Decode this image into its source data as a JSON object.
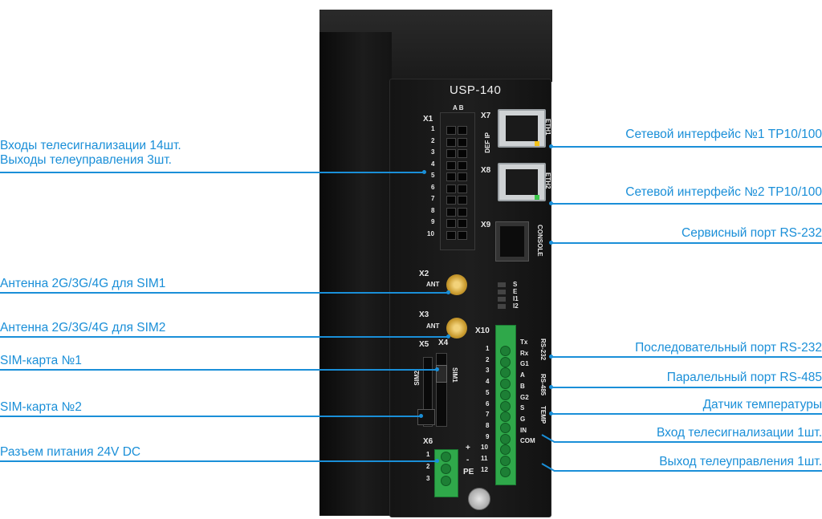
{
  "device": {
    "model": "USP-140",
    "labels": {
      "x1": "X1",
      "ab": "A  B",
      "x1_pins": [
        "1",
        "2",
        "3",
        "4",
        "5",
        "6",
        "7",
        "8",
        "9",
        "10"
      ],
      "x7": "X7",
      "x8": "X8",
      "x9": "X9",
      "def_ip": "DEF IP",
      "eth1": "ETH1",
      "eth2": "ETH2",
      "console": "CONSOLE",
      "x2": "X2",
      "x3": "X3",
      "ant": "ANT",
      "leds": "S E I1 I2",
      "x4": "X4",
      "x5": "X5",
      "sim1": "SIM1",
      "sim2": "SIM2",
      "x6": "X6",
      "x6_pins": [
        "1",
        "2",
        "3"
      ],
      "plus": "+",
      "minus": "-",
      "pe": "PE",
      "x10": "X10",
      "x10_pins": [
        "1",
        "2",
        "3",
        "4",
        "5",
        "6",
        "7",
        "8",
        "9",
        "10",
        "11",
        "12"
      ],
      "x10_sig": [
        "Tx",
        "Rx",
        "G1",
        "A",
        "B",
        "G2",
        "S",
        "G",
        "IN",
        "COM"
      ],
      "rs232": "RS-232",
      "rs485": "RS-485",
      "temp": "TEMP"
    }
  },
  "callouts": {
    "left": [
      "Входы телесигнализации 14шт.",
      "Выходы телеуправления 3шт.",
      "Антенна 2G/3G/4G для SIM1",
      "Антенна 2G/3G/4G для SIM2",
      "SIM-карта №1",
      "SIM-карта №2",
      "Разъем питания 24V DC"
    ],
    "right": [
      "Сетевой интерфейс №1 TP10/100",
      "Сетевой интерфейс №2 TP10/100",
      "Сервисный порт RS-232",
      "Последовательный порт RS-232",
      "Паралельный порт RS-485",
      "Датчик температуры",
      "Вход телесигнализации 1шт.",
      "Выход телеуправления 1шт."
    ]
  },
  "colors": {
    "accent": "#1a8fd8",
    "terminal_green": "#2fa84a",
    "device_body": "#1a1a1a"
  }
}
